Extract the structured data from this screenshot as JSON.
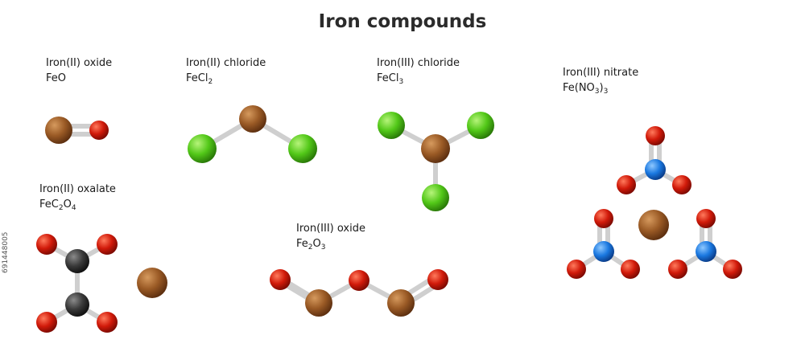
{
  "title": "Iron compounds",
  "stock_id": "691448005",
  "colors": {
    "iron": "#9a5a25",
    "oxygen": "#d11a0a",
    "chlorine": "#52c818",
    "nitrogen": "#1a78e0",
    "carbon": "#3a3a3a",
    "bond": "#cfcfcf"
  },
  "compounds": [
    {
      "key": "feo",
      "name": "Iron(II) oxide",
      "formula_parts": [
        [
          "FeO",
          false
        ]
      ]
    },
    {
      "key": "fecl2",
      "name": "Iron(II) chloride",
      "formula_parts": [
        [
          "FeCl",
          false
        ],
        [
          "2",
          true
        ]
      ]
    },
    {
      "key": "fecl3",
      "name": "Iron(III) chloride",
      "formula_parts": [
        [
          "FeCl",
          false
        ],
        [
          "3",
          true
        ]
      ]
    },
    {
      "key": "fe_nitrate",
      "name": "Iron(III) nitrate",
      "formula_parts": [
        [
          "Fe(NO",
          false
        ],
        [
          "3",
          true
        ],
        [
          ")",
          false
        ],
        [
          "3",
          true
        ]
      ]
    },
    {
      "key": "oxalate",
      "name": "Iron(II) oxalate",
      "formula_parts": [
        [
          "FeC",
          false
        ],
        [
          "2",
          true
        ],
        [
          "O",
          false
        ],
        [
          "4",
          true
        ]
      ]
    },
    {
      "key": "fe2o3",
      "name": "Iron(III) oxide",
      "formula_parts": [
        [
          "Fe",
          false
        ],
        [
          "2",
          true
        ],
        [
          "O",
          false
        ],
        [
          "3",
          true
        ]
      ]
    }
  ]
}
